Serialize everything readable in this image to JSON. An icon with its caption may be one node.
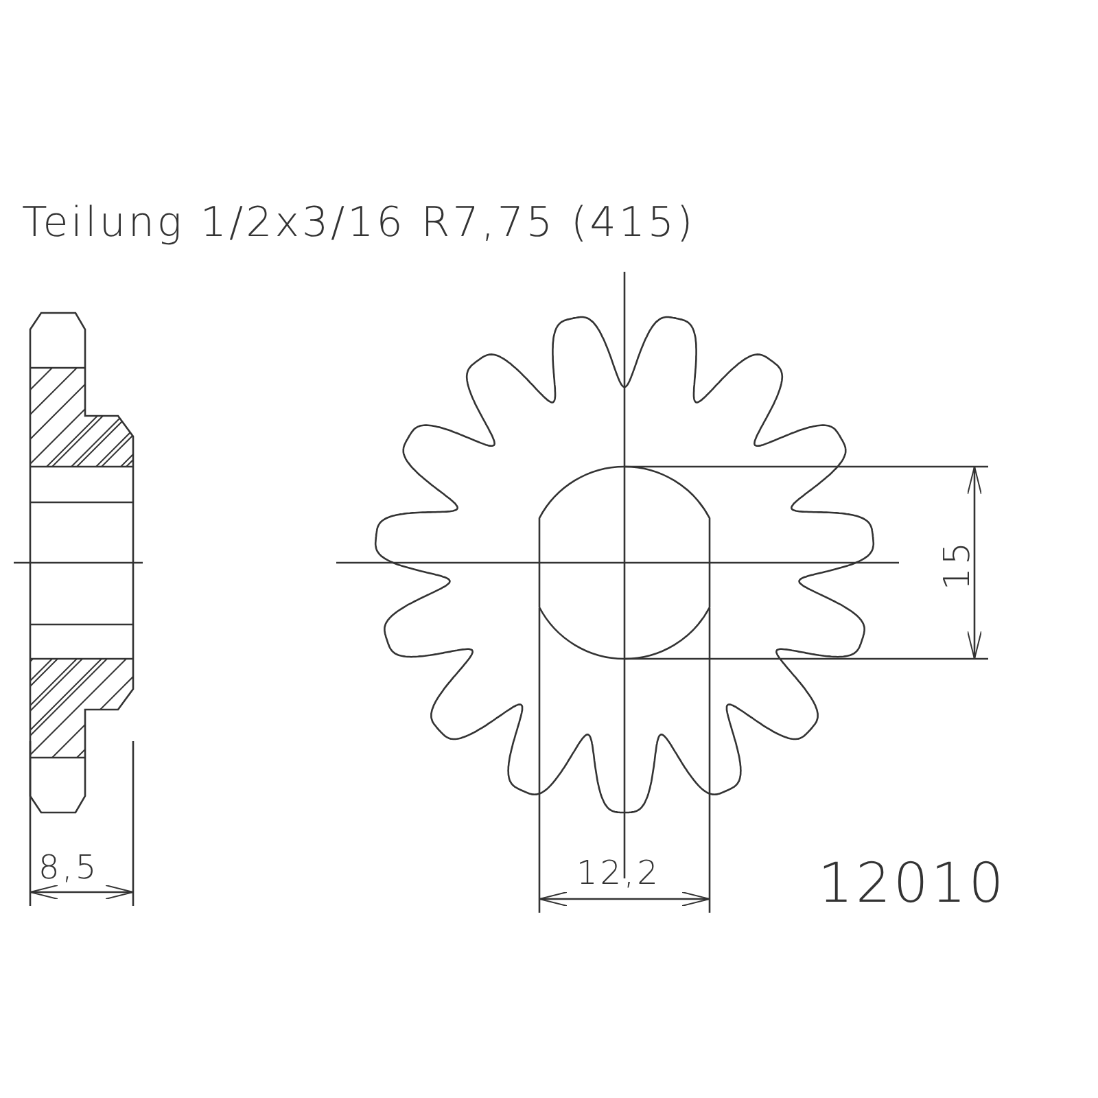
{
  "diagram": {
    "title": "Teilung 1/2x3/16 R7,75 (415)",
    "labels": [
      "15",
      "8,5",
      "12,2",
      "12010"
    ]
  }
}
